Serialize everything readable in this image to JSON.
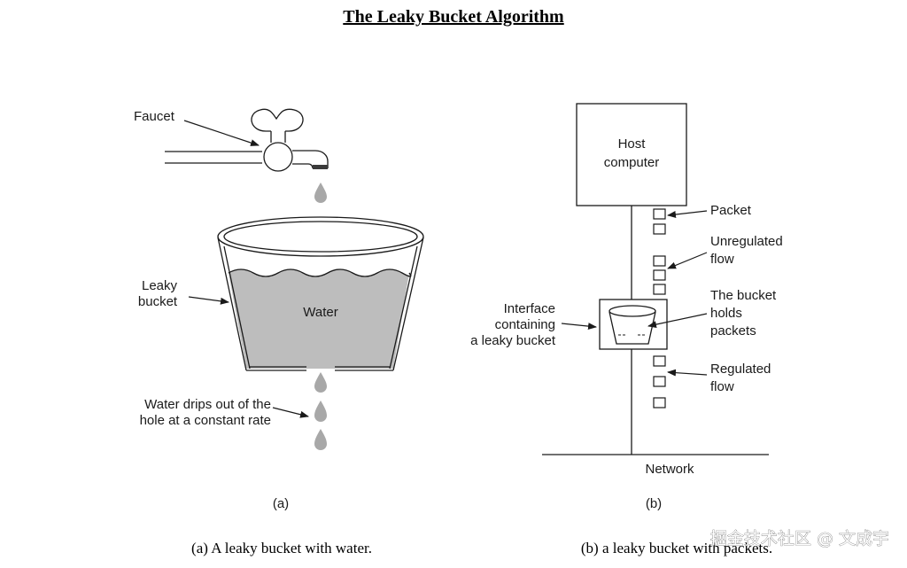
{
  "title": "The Leaky Bucket Algorithm",
  "left_diagram": {
    "faucet_label": "Faucet",
    "leaky_label_1": "Leaky",
    "leaky_label_2": "bucket",
    "water_label": "Water",
    "drips_label_1": "Water drips out of the",
    "drips_label_2": "hole at a constant rate",
    "sublabel": "(a)",
    "caption": "(a) A leaky bucket with water."
  },
  "right_diagram": {
    "host_label_1": "Host",
    "host_label_2": "computer",
    "packet_label": "Packet",
    "unregulated_label_1": "Unregulated",
    "unregulated_label_2": "flow",
    "holds_label_1": "The bucket",
    "holds_label_2": "holds",
    "holds_label_3": "packets",
    "interface_label_1": "Interface",
    "interface_label_2": "containing",
    "interface_label_3": "a leaky bucket",
    "regulated_label_1": "Regulated",
    "regulated_label_2": "flow",
    "network_label": "Network",
    "sublabel": "(b)",
    "caption": "(b) a leaky bucket with packets."
  },
  "watermark": "掘金技术社区 @ 文成宇",
  "colors": {
    "water": "#bdbdbd",
    "drop": "#a8a8a8",
    "line": "#1a1a1a"
  }
}
